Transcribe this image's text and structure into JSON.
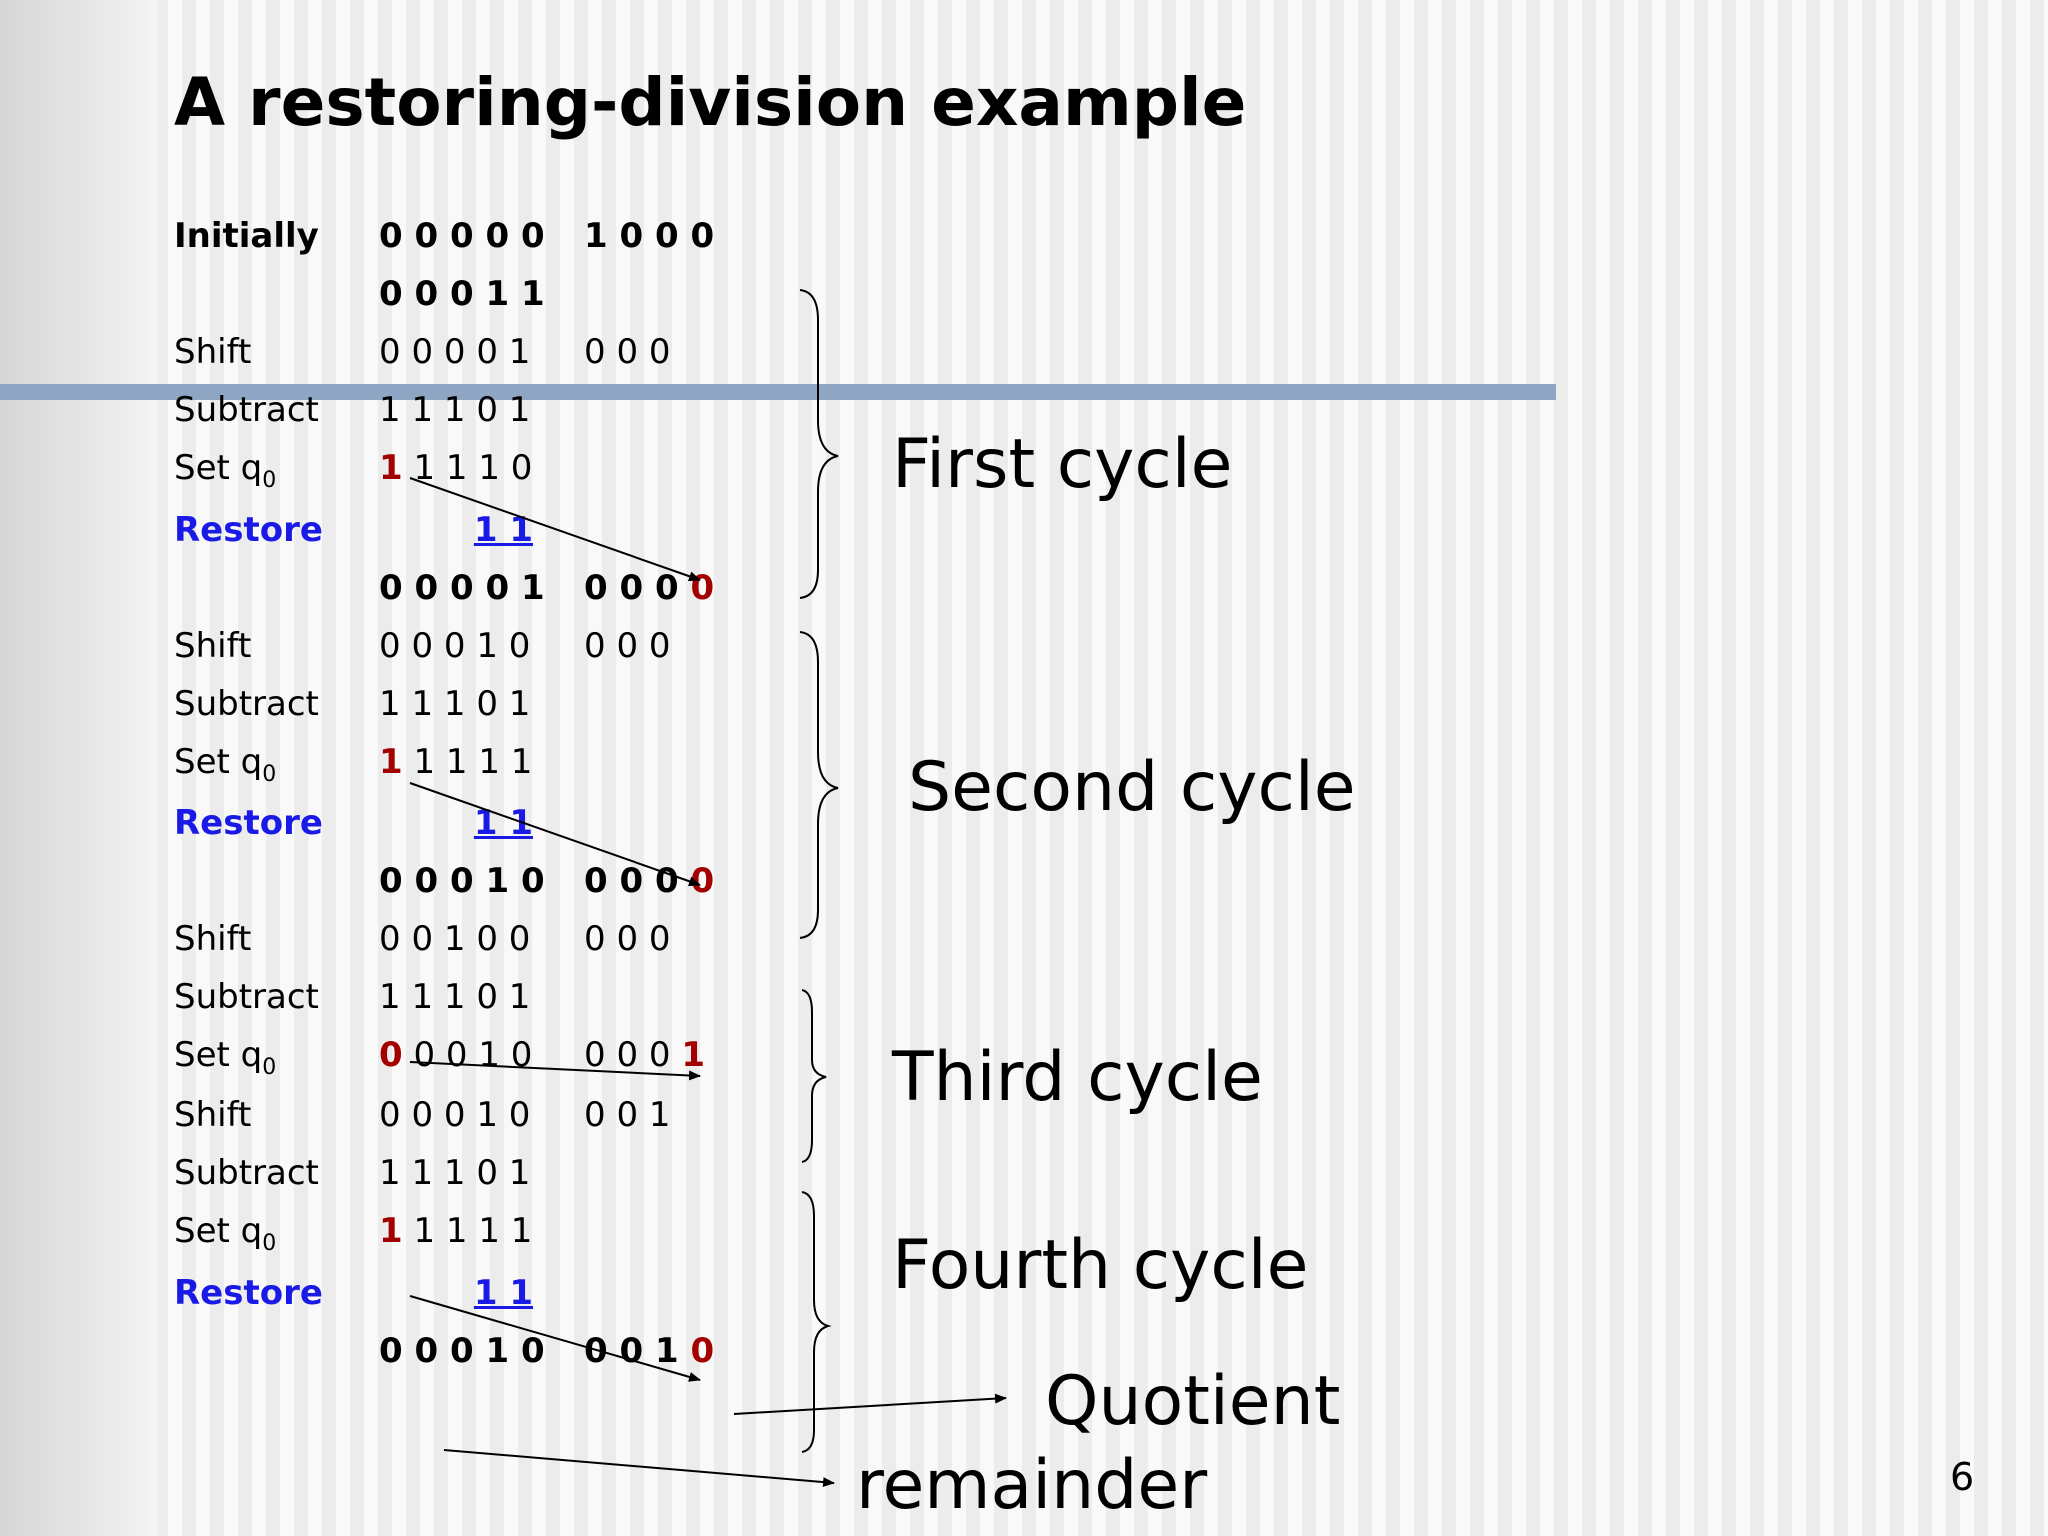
{
  "title": "A restoring-division example",
  "rows": [
    {
      "label": "Initially",
      "a": "0 0 0 0 0",
      "b": "1 0 0 0"
    },
    {
      "label": "",
      "a": "0 0 0 1 1",
      "b": ""
    },
    {
      "label": "Shift",
      "a": "0 0 0 0 1",
      "b": "0 0 0"
    },
    {
      "label": "Subtract",
      "a": "1 1 1  0 1",
      "b": ""
    },
    {
      "label": "Set q",
      "sub": "0",
      "a_first": "1",
      "a_rest": " 1 1 1 0"
    },
    {
      "label": "Restore",
      "a": "1 1"
    },
    {
      "label": "",
      "a": "0 0 0 0 1",
      "b": "0 0 0",
      "b_last": "0"
    },
    {
      "label": "Shift",
      "a": "0 0 0 1 0",
      "b": "0 0 0"
    },
    {
      "label": "Subtract",
      "a": "1 1 1 0 1",
      "b": ""
    },
    {
      "label": "Set q",
      "sub": "0",
      "a_first": "1",
      "a_rest": " 1 1 1 1"
    },
    {
      "label": "Restore",
      "a": "1 1"
    },
    {
      "label": "",
      "a": "0 0 0 1 0",
      "b": "0 0 0",
      "b_last": "0"
    },
    {
      "label": "Shift",
      "a": "0 0 1 0 0",
      "b": "0 0 0"
    },
    {
      "label": "Subtract",
      "a": "1 1 1 0 1",
      "b": ""
    },
    {
      "label": "Set q",
      "sub": "0",
      "a_first": "0",
      "a_rest": " 0 0 1 0",
      "b": "0 0 0",
      "b_last": "1"
    },
    {
      "label": "Shift",
      "a": "0 0 0 1 0",
      "b": "0 0 1"
    },
    {
      "label": "Subtract",
      "a": "1 1 1 0 1",
      "b": ""
    },
    {
      "label": "Set q",
      "sub": "0",
      "a_first": "1",
      "a_rest": " 1 1 1 1"
    },
    {
      "label": "Restore",
      "a": "1 1"
    },
    {
      "label": "",
      "a": "0 0 0 1 0",
      "b": "0 0 1",
      "b_last": "0"
    }
  ],
  "cycles": [
    "First cycle",
    "Second cycle",
    "Third cycle",
    "Fourth cycle"
  ],
  "quotient_label": "Quotient",
  "remainder_label": "remainder",
  "page_number": "6",
  "colors": {
    "restore_blue": "#1a1ae6",
    "bit_red": "#a30000",
    "bar": "#8ea5c3"
  }
}
